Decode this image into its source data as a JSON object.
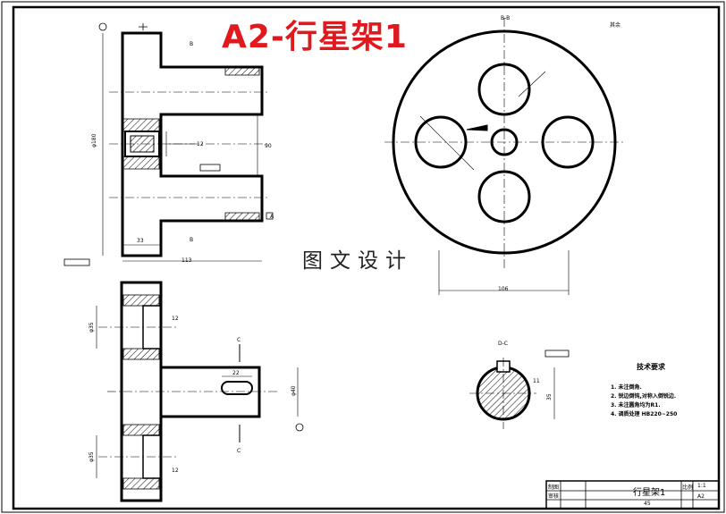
{
  "title": "A2-行星架1",
  "watermark": "图文设计",
  "dimensions": {
    "bottom_width": "113",
    "width_33": "33",
    "height_90": "90",
    "bore_12": "12",
    "large_dia": "φ180",
    "circle_width": "106",
    "keyway_22": "22",
    "shaft_dia": "φ40",
    "hole_12_top": "12",
    "hole_12_bottom": "12",
    "hole_dia_top": "φ35",
    "hole_dia_bottom": "φ35",
    "key_width": "11",
    "key_depth": "35"
  },
  "section_labels": {
    "top_letter": "B-B",
    "a_label": "A",
    "b_label_top": "B",
    "b_label_bottom": "B",
    "c_label_top": "C",
    "c_label_bottom": "C",
    "dc_label": "D-C"
  },
  "technical_requirements": {
    "title": "技术要求",
    "items": [
      "1. 未注倒角.",
      "2. 锐边倒钝,对称入倒锐边.",
      "3. 未注圆角均为R1.",
      "4. 调质处理 HB220~250"
    ]
  },
  "title_block": {
    "row1_left": "制图",
    "row2_left": "审核",
    "part_name": "行星架1",
    "material": "45",
    "scale_label": "比例",
    "scale_value": "1:1",
    "sheet": "A2"
  },
  "roughness_note": "其余"
}
